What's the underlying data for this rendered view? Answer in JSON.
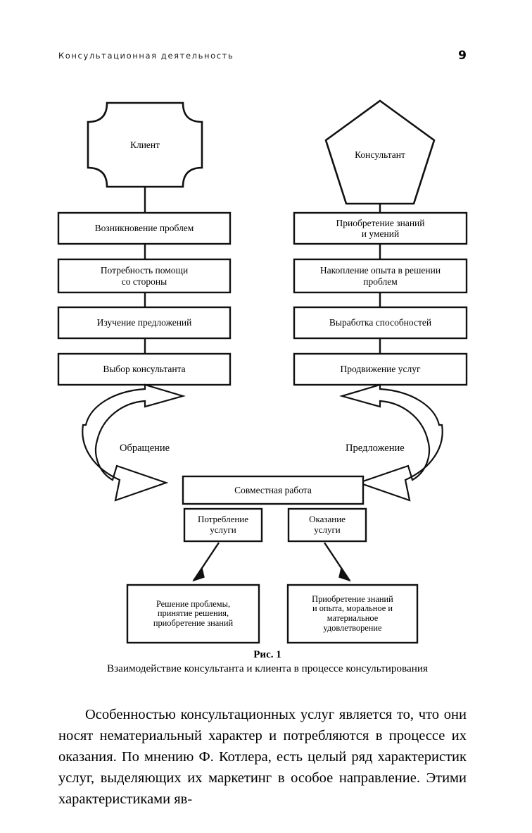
{
  "header": {
    "title": "Консультационная деятельность",
    "page_number": "9"
  },
  "figure": {
    "nodes": {
      "client": "Клиент",
      "consultant": "Консультант",
      "left_1": "Возникновение проблем",
      "left_2": "Потребность помощи\nсо стороны",
      "left_3": "Изучение предложений",
      "left_4": "Выбор консультанта",
      "right_1": "Приобретение знаний\nи умений",
      "right_2": "Накопление опыта в решении\nпроблем",
      "right_3": "Выработка способностей",
      "right_4": "Продвижение услуг",
      "joint_work": "Совместная работа",
      "consumption": "Потребление\nуслуги",
      "provision": "Оказание\nуслуги",
      "outcome_left": "Решение проблемы,\nпринятие решения,\nприобретение знаний",
      "outcome_right": "Приобретение знаний\nи опыта, моральное и\nматериальное\nудовлетворение"
    },
    "flow_labels": {
      "request": "Обращение",
      "offer": "Предложение"
    },
    "stroke_color": "#111111"
  },
  "caption": {
    "number": "Рис. 1",
    "text": "Взаимодействие консультанта и клиента в процессе консультирования"
  },
  "body": {
    "paragraph": "Особенностью консультационных услуг является то, что они носят нематериальный характер и потребляют­ся в процессе их оказания. По мнению Ф. Котлера, есть целый ряд характеристик услуг, выделяющих их марке­тинг в особое направление. Этими характеристиками яв-"
  }
}
